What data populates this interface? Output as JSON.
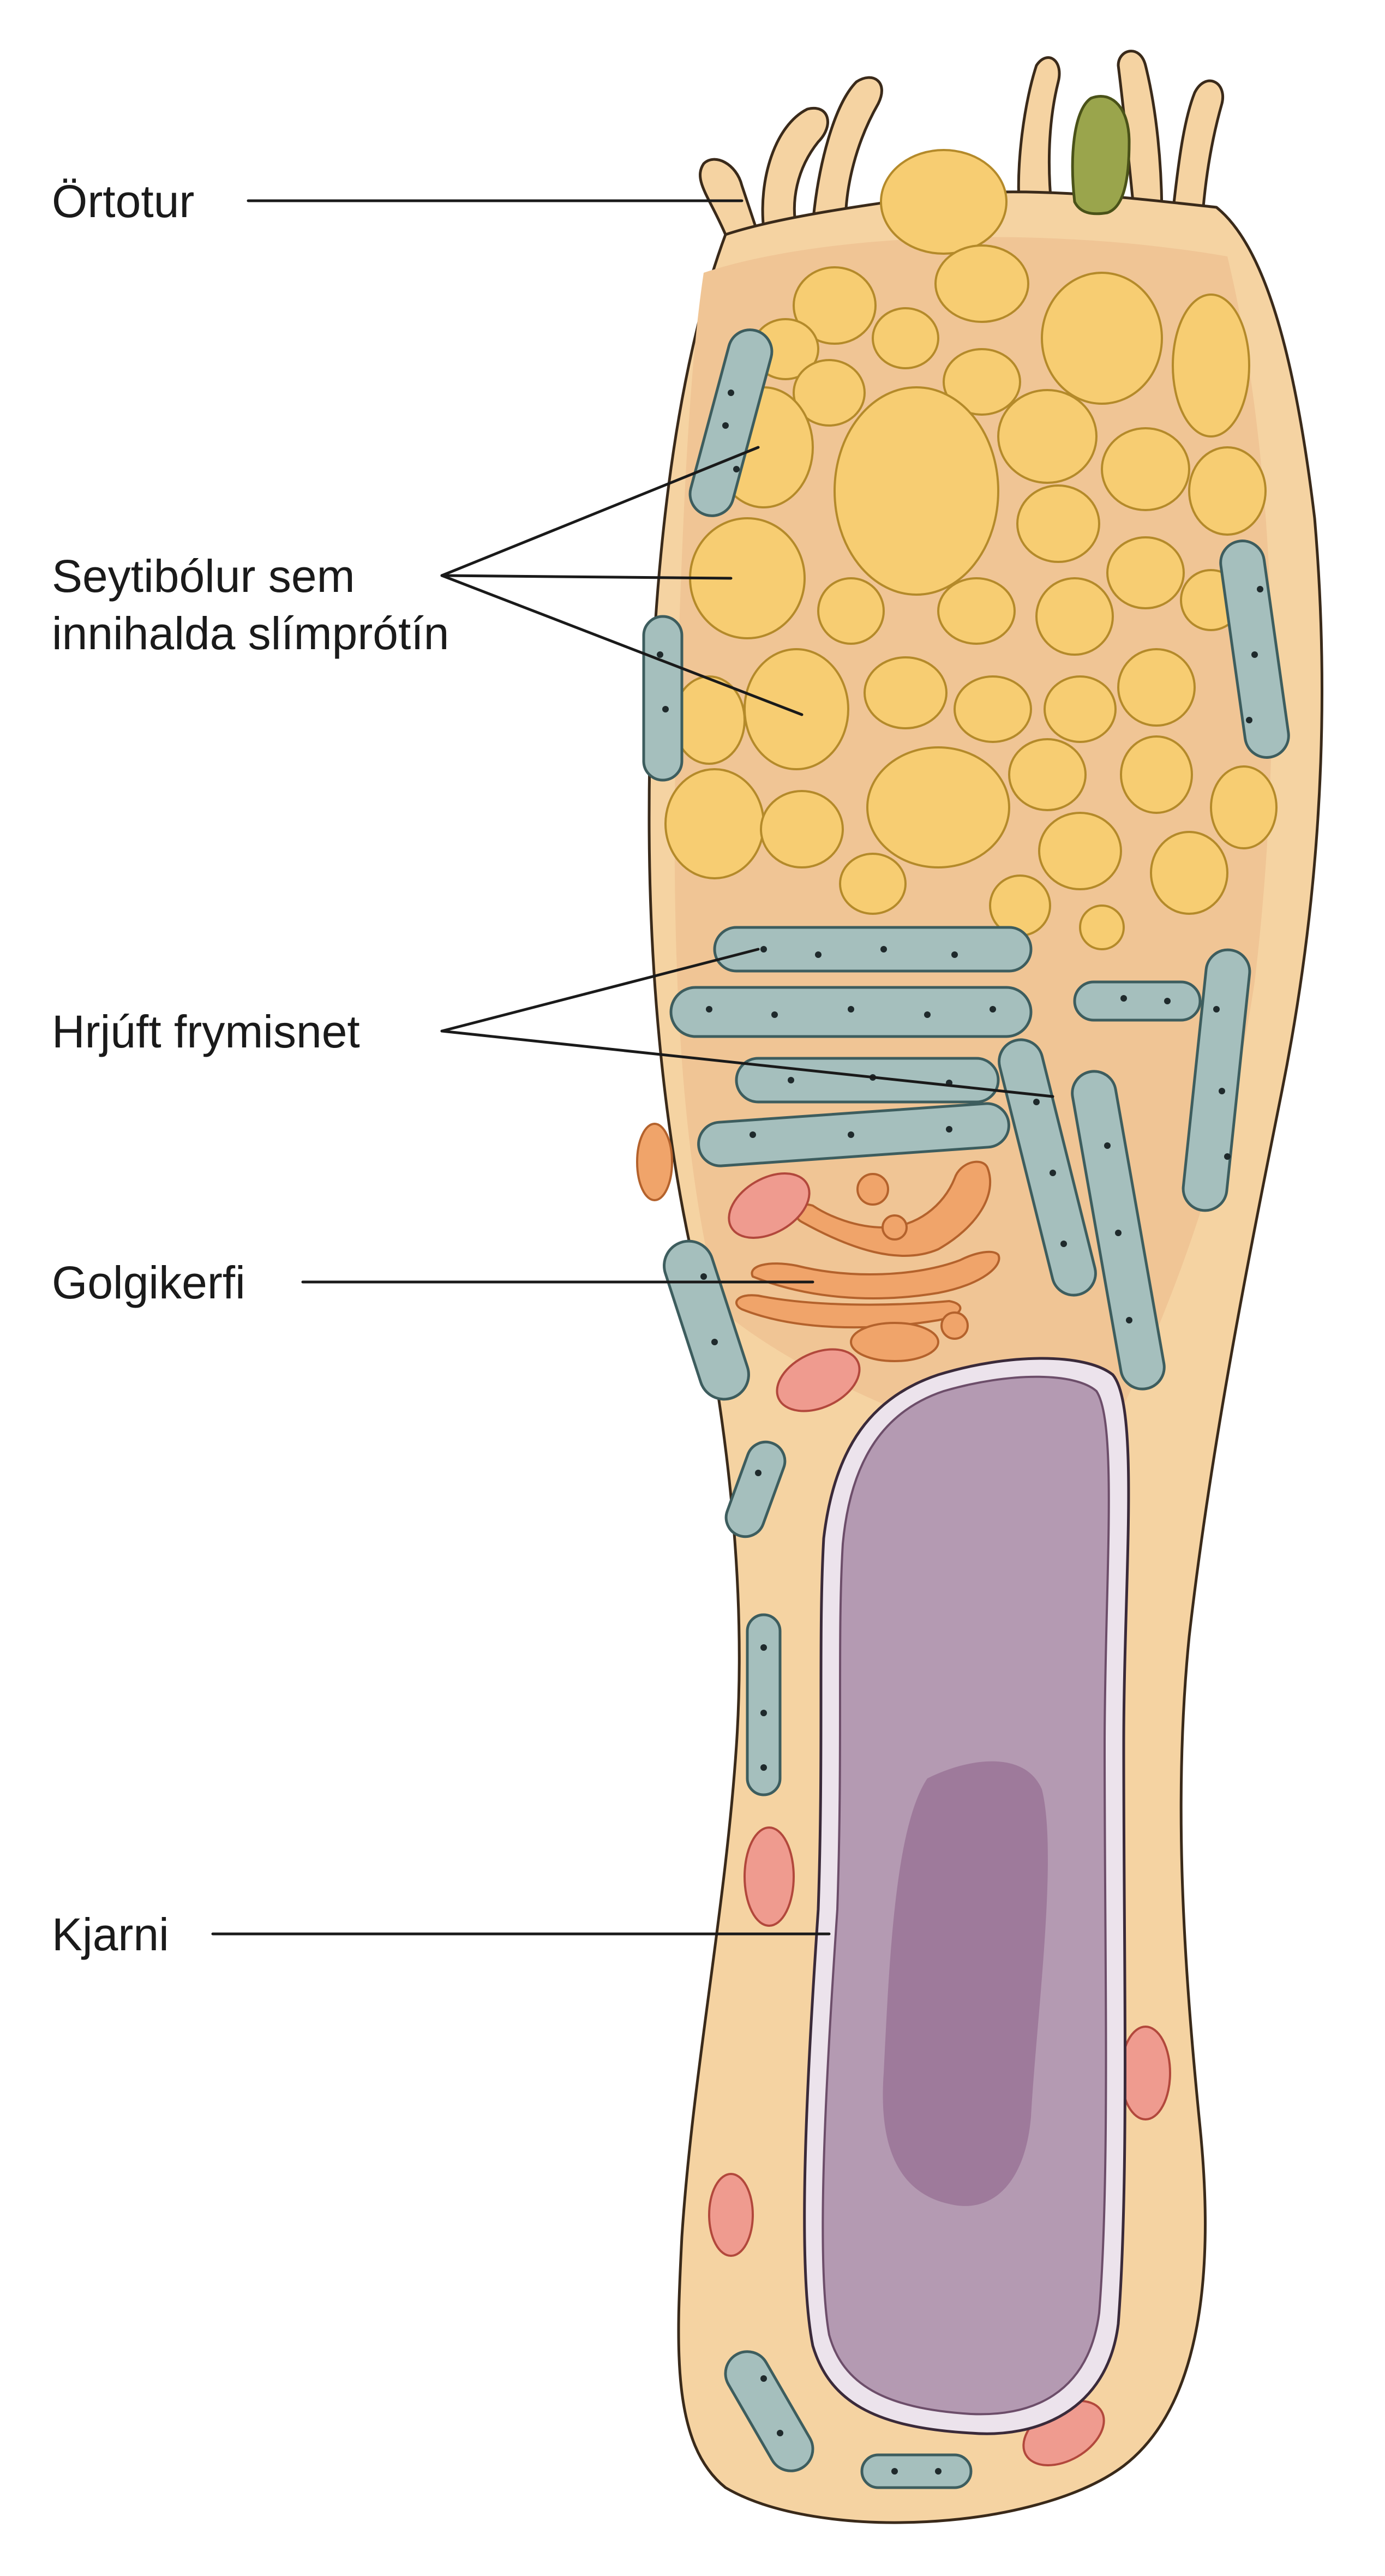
{
  "labels": {
    "microvilli": "Örtotur",
    "secretory_line1": "Seytibólur sem",
    "secretory_line2": "innihalda slímprótín",
    "rough_er": "Hrjúft frymisnet",
    "golgi": "Golgikerfi",
    "nucleus": "Kjarni"
  },
  "colors": {
    "cytoplasm": "#f5d3a2",
    "cytoplasm_inner": "#f0c595",
    "vesicle": "#f7cd72",
    "rough_er": "#a5bfbd",
    "golgi": "#f0a46a",
    "mitochondria": "#ef9b8f",
    "nucleus": "#b49ab2",
    "nucleolus": "#9e7a9b",
    "green_vesicle": "#9aa54c",
    "outline": "#3a2a1a"
  }
}
